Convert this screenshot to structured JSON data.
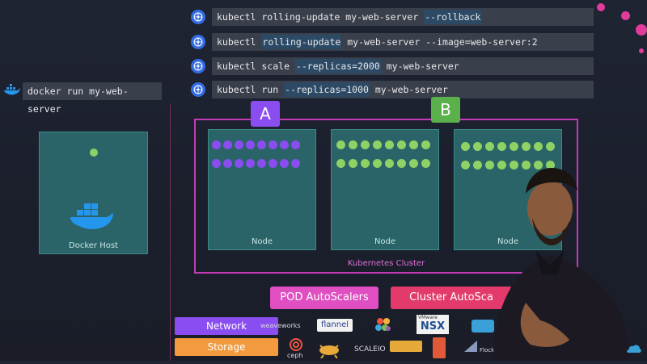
{
  "commands": [
    {
      "pre": "kubectl rolling-update my-web-server ",
      "hl": "--rollback",
      "post": ""
    },
    {
      "pre": "kubectl ",
      "hl": "rolling-update",
      "post": " my-web-server --image=web-server:2"
    },
    {
      "pre": "kubectl scale ",
      "hl": "--replicas=2000",
      "post": " my-web-server"
    },
    {
      "pre": "kubectl run ",
      "hl": "--replicas=1000",
      "post": " my-web-server"
    }
  ],
  "docker_command": "docker run my-web-server",
  "docker_host_label": "Docker Host",
  "version_a": "A",
  "version_b": "B",
  "nodes": [
    "Node",
    "Node",
    "Node"
  ],
  "cluster_label": "Kubernetes Cluster",
  "buttons": {
    "pod_autoscalers": "POD AutoScalers",
    "cluster_autoscalers": "Cluster AutoSca"
  },
  "tags": {
    "network": "Network",
    "storage": "Storage"
  },
  "logos": {
    "weaveworks": "weaveworks",
    "flannel": "flannel",
    "vmware": "VMware",
    "nsx": "NSX",
    "ceph": "ceph",
    "scaleio": "SCALEIO",
    "flocker": "Flocker"
  },
  "colors": {
    "cluster_border": "#c23bb5",
    "pod_green": "#8ed164",
    "pod_purple": "#8a4df0",
    "network": "#8a4df0",
    "storage": "#f29a3d",
    "pod_btn": "#e04fc1",
    "cluster_btn": "#e23b6b"
  }
}
